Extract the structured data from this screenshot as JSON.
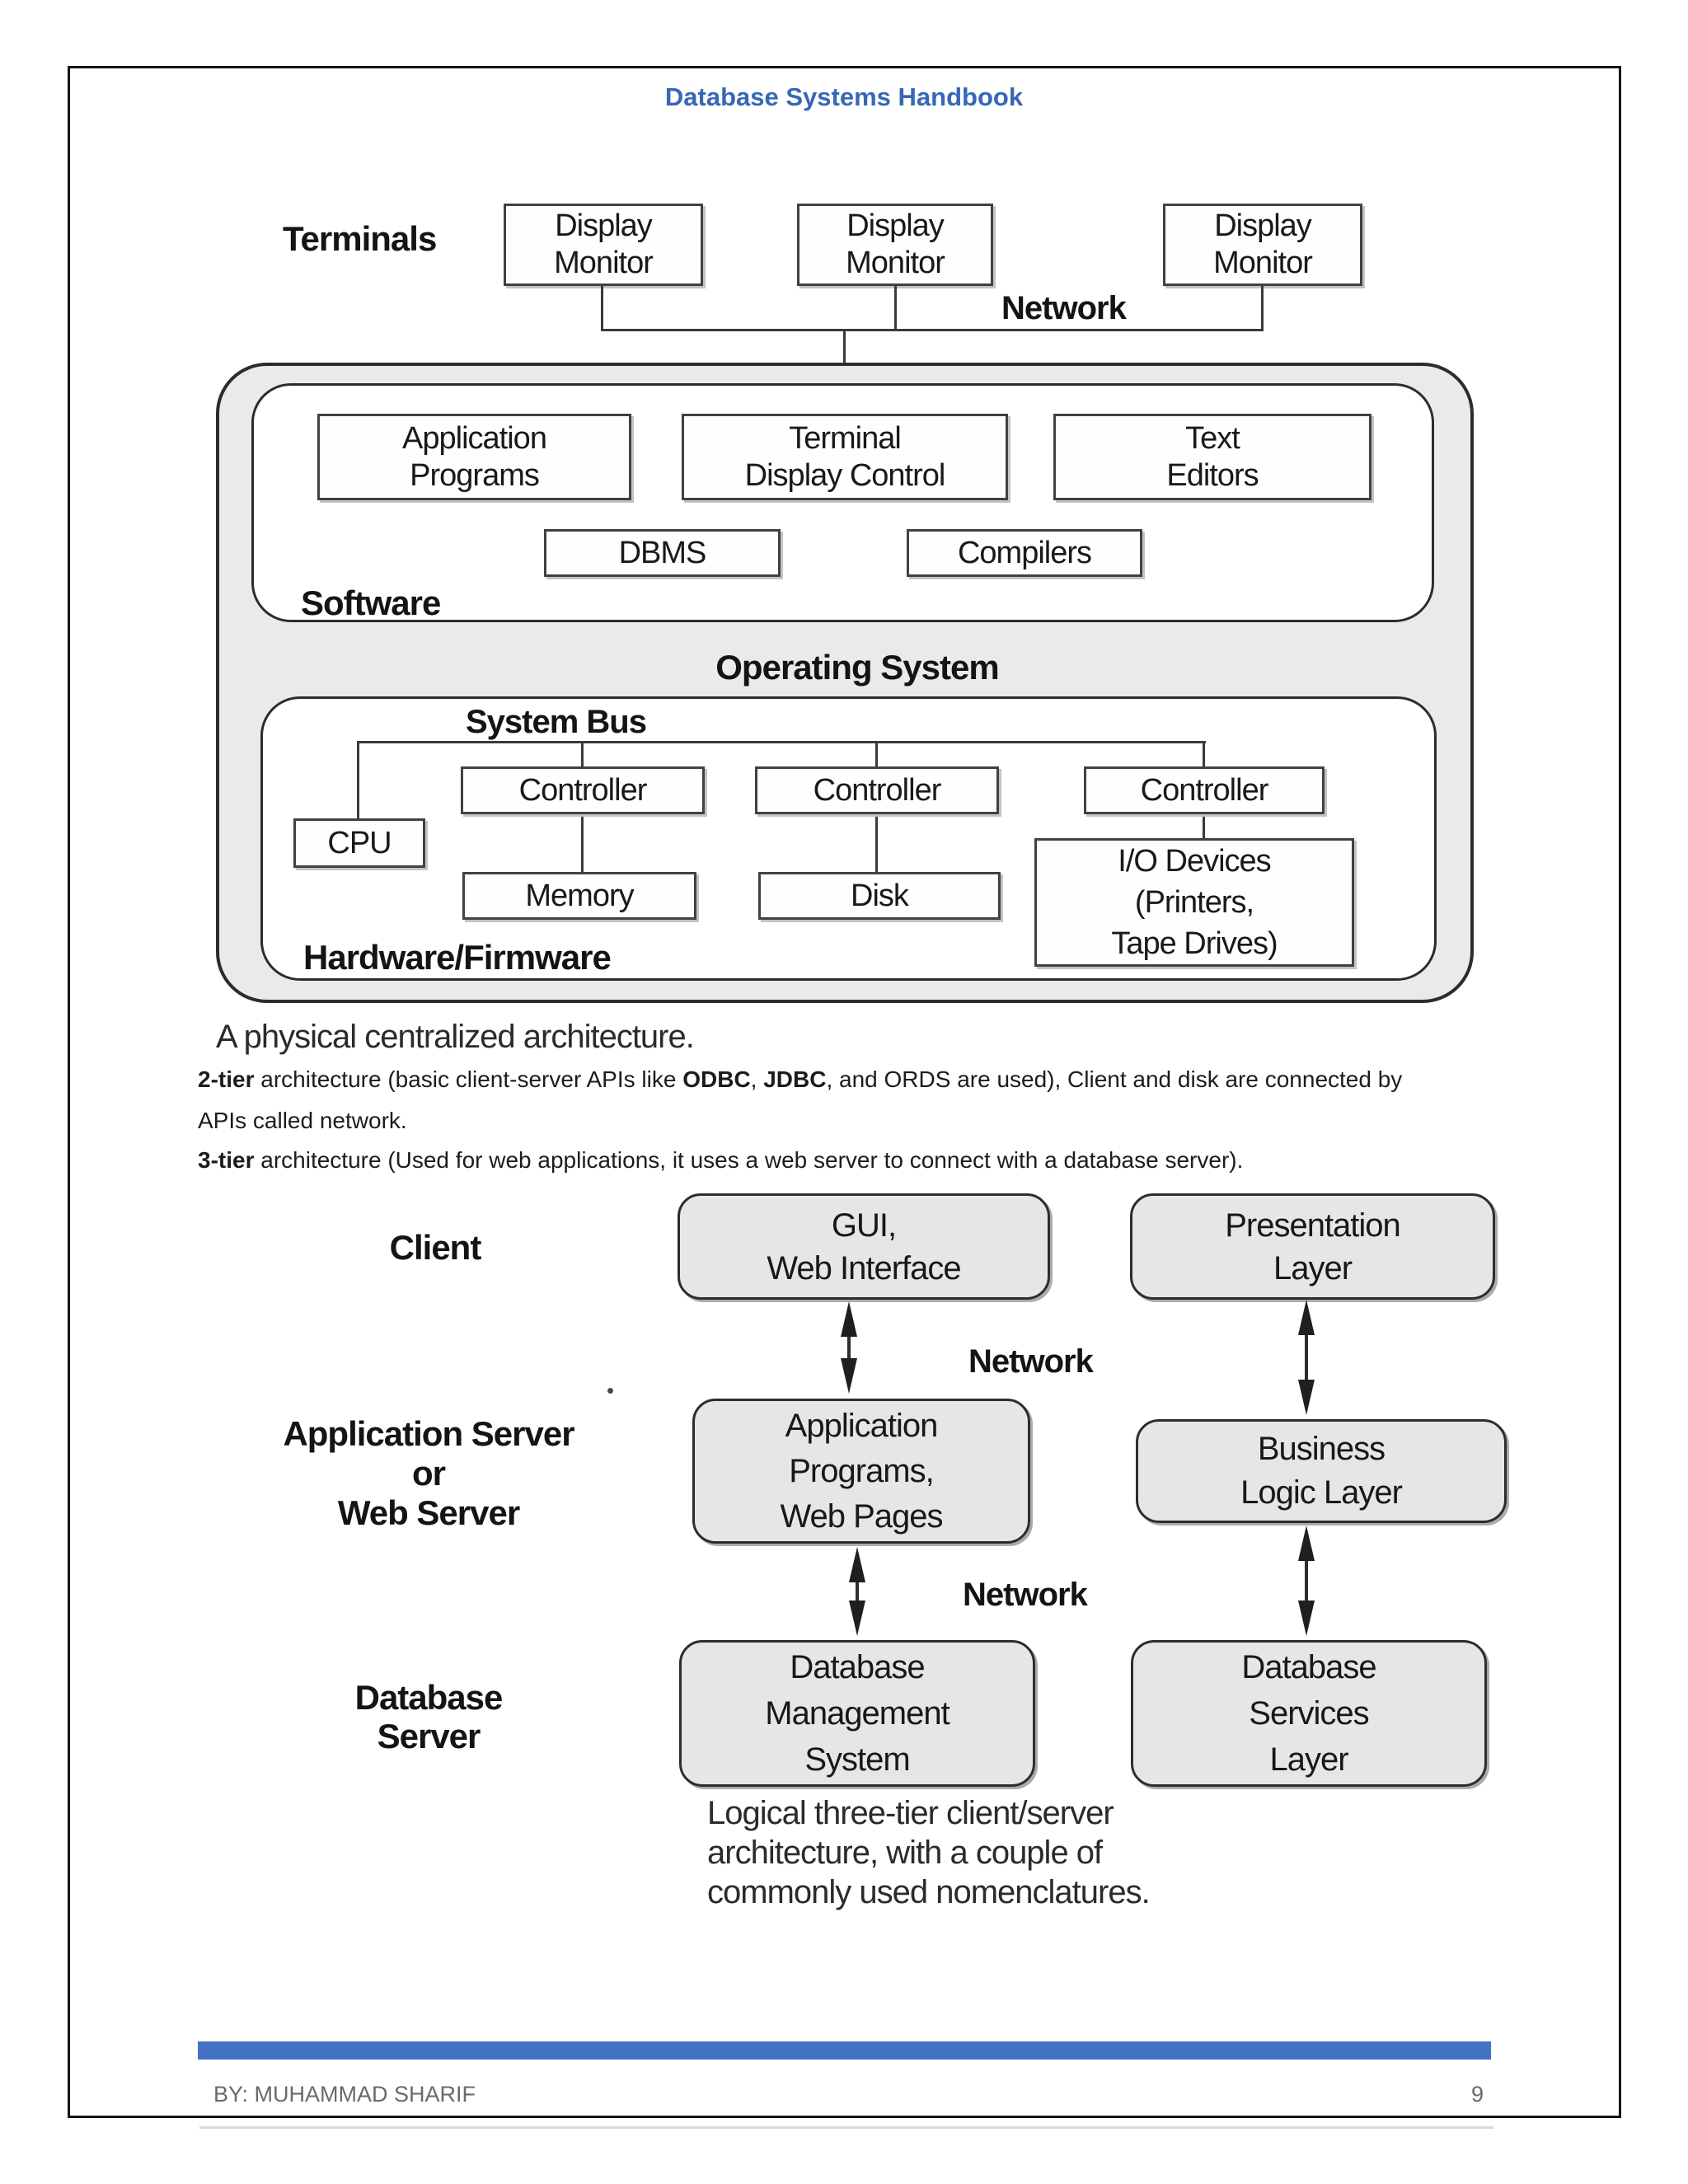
{
  "header": {
    "title": "Database Systems Handbook"
  },
  "diagram1": {
    "terminals_label": "Terminals",
    "monitor_lines": [
      "Display",
      "Monitor"
    ],
    "network_label": "Network",
    "software": {
      "app_programs": [
        "Application",
        "Programs"
      ],
      "terminal_display": [
        "Terminal",
        "Display Control"
      ],
      "text_editors": [
        "Text",
        "Editors"
      ],
      "dbms": "DBMS",
      "compilers": "Compilers",
      "label": "Software"
    },
    "os_label": "Operating System",
    "hardware": {
      "system_bus": "System Bus",
      "controller": "Controller",
      "cpu": "CPU",
      "memory": "Memory",
      "disk": "Disk",
      "io_devices": [
        "I/O Devices",
        "(Printers,",
        "Tape Drives)"
      ],
      "label": "Hardware/Firmware"
    },
    "caption": "A physical centralized architecture."
  },
  "paragraph": {
    "line1": [
      "2-tier",
      " architecture (basic client-server APIs like ",
      "ODBC",
      ", ",
      "JDBC",
      ", and ORDS are used), Client and disk are connected by"
    ],
    "line2": "APIs called network.",
    "line3": [
      "3-tier",
      " architecture (Used for web applications, it uses a web server to connect with a database server)."
    ]
  },
  "diagram2": {
    "client_label": "Client",
    "gui_box": [
      "GUI,",
      "Web Interface"
    ],
    "presentation_box": [
      "Presentation",
      "Layer"
    ],
    "network1": "Network",
    "appserver_label": [
      "Application Server",
      "or",
      "Web Server"
    ],
    "app_programs_box": [
      "Application",
      "Programs,",
      "Web Pages"
    ],
    "business_box": [
      "Business",
      "Logic Layer"
    ],
    "network2": "Network",
    "dbserver_label": [
      "Database",
      "Server"
    ],
    "dbms_box": [
      "Database",
      "Management",
      "System"
    ],
    "dbservices_box": [
      "Database",
      "Services",
      "Layer"
    ],
    "caption": [
      "Logical three-tier client/server",
      "architecture, with a couple of",
      "commonly used nomenclatures."
    ]
  },
  "footer": {
    "author": "BY: MUHAMMAD SHARIF",
    "page": "9"
  },
  "colors": {
    "title_blue": "#3767B5",
    "footer_bar": "#4472C4",
    "footer_text": "#6a6a6a"
  }
}
